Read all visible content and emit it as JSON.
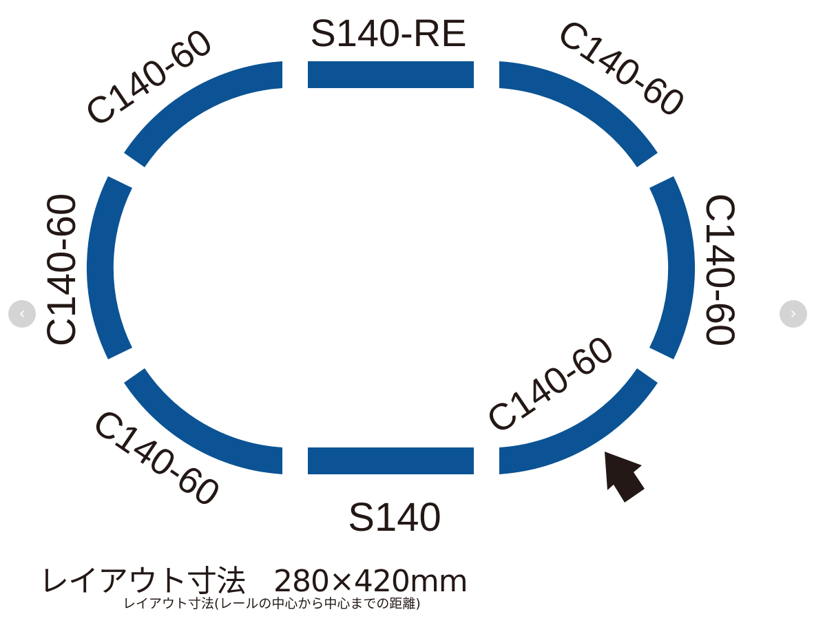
{
  "layout_name": "レイアウト寸法",
  "dimensions": "280×420mm",
  "dimension_note": "レイアウト寸法(レールの中心から中心までの距離)",
  "tracks": {
    "top_straight": "S140-RE",
    "bottom_straight": "S140",
    "top_left_curve": "C140-60",
    "left_curve": "C140-60",
    "bottom_left_curve": "C140-60",
    "top_right_curve": "C140-60",
    "right_curve": "C140-60",
    "bottom_right_curve": "C140-60"
  },
  "colors": {
    "track": "#0b5394",
    "text": "#231815",
    "nav": "#d4d4d4"
  },
  "icons": {
    "prev": "chevron-left-icon",
    "next": "chevron-right-icon",
    "direction": "arrow-icon"
  },
  "nav": {
    "prev_glyph": "‹",
    "next_glyph": "›"
  }
}
